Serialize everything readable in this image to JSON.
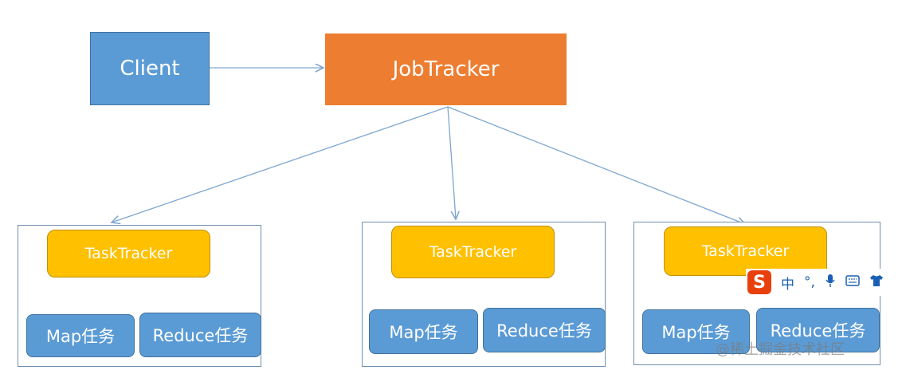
{
  "nodes": {
    "client": "Client",
    "jobtracker": "JobTracker"
  },
  "groups": [
    {
      "tasktracker": "TaskTracker",
      "map": "Map任务",
      "reduce": "Reduce任务"
    },
    {
      "tasktracker": "TaskTracker",
      "map": "Map任务",
      "reduce": "Reduce任务"
    },
    {
      "tasktracker": "TaskTracker",
      "map": "Map任务",
      "reduce": "Reduce任务"
    }
  ],
  "ime_toolbar": {
    "logo": "S",
    "lang": "中",
    "punct": "°,",
    "mic_icon": "microphone-icon",
    "keyboard_icon": "keyboard-icon",
    "skin_icon": "shirt-icon"
  },
  "watermark": "@稀土掘金技术社区",
  "colors": {
    "client": "#5b9bd5",
    "jobtracker": "#ed7d31",
    "tasktracker": "#ffc000",
    "task": "#5b9bd5",
    "edge": "#7ea6cf"
  }
}
